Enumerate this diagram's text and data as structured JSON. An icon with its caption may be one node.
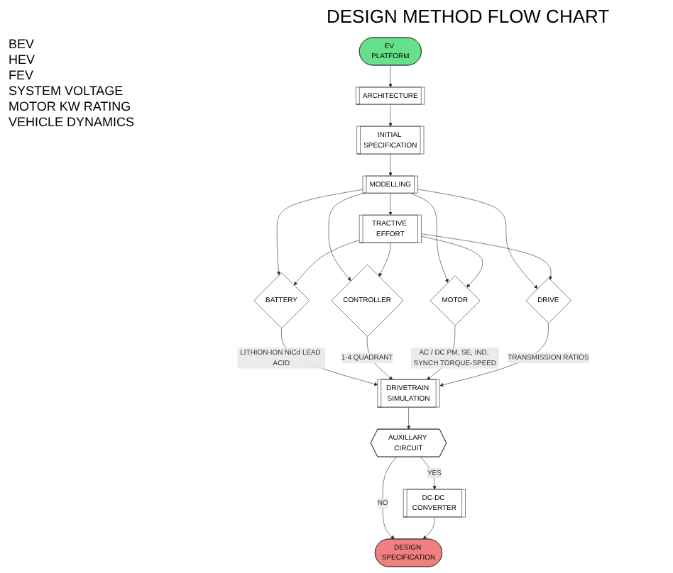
{
  "diagram": {
    "title": "DESIGN METHOD FLOW CHART",
    "nodes": [
      {
        "text": [
          "EV PLATFORM"
        ]
      },
      {
        "text": [
          "ARCHITECTURE"
        ]
      },
      {
        "text": [
          "INITIAL SPECIFICATION"
        ]
      },
      {
        "text": [
          "MODELLING"
        ]
      },
      {
        "text": [
          "TRACTIVE EFFORT"
        ]
      },
      {
        "text": [
          "BATTERY"
        ]
      },
      {
        "text": [
          "CONTROLLER"
        ]
      },
      {
        "text": [
          "MOTOR"
        ]
      },
      {
        "text": [
          "DRIVE"
        ]
      },
      {
        "text": [
          "DRIVETRAIN SIMULATION"
        ]
      },
      {
        "text": [
          "AUXILLARY CIRCUIT"
        ]
      },
      {
        "text": [
          "DC-DC CONVERTER"
        ]
      },
      {
        "text": [
          "DESIGN SPECIFICATION"
        ]
      }
    ],
    "edges": [
      {
        "from": 0,
        "to": 1,
        "arrow": "to"
      },
      {
        "from": 1,
        "to": 2,
        "arrow": "to"
      },
      {
        "from": 2,
        "to": 3,
        "arrow": "to"
      },
      {
        "from": 3,
        "to": 4,
        "arrow": "to"
      },
      {
        "from": 3,
        "to": 5,
        "arrow": "to"
      },
      {
        "from": 3,
        "to": 6,
        "arrow": "to"
      },
      {
        "from": 3,
        "to": 7,
        "arrow": "to"
      },
      {
        "from": 3,
        "to": 8,
        "arrow": "to"
      },
      {
        "from": 4,
        "to": 5,
        "arrow": "to"
      },
      {
        "from": 4,
        "to": 6,
        "arrow": "to"
      },
      {
        "from": 4,
        "to": 7,
        "arrow": "to"
      },
      {
        "from": 4,
        "to": 8,
        "arrow": "to"
      },
      {
        "from": 5,
        "to": 9,
        "arrow": "to",
        "label": "LITHION-ION NiCd LEAD ACID"
      },
      {
        "from": 6,
        "to": 9,
        "arrow": "to",
        "label": "1-4 QUADRANT"
      },
      {
        "from": 7,
        "to": 9,
        "arrow": "to",
        "label": "AC / DC PM, SE, IND, SYNCH TORQUE-SPEED"
      },
      {
        "from": 8,
        "to": 9,
        "arrow": "to",
        "label": "TRANSMISSION RATIOS"
      },
      {
        "from": 9,
        "to": 10,
        "arrow": "to"
      },
      {
        "from": 10,
        "to": 11,
        "arrow": "to",
        "label": "YES"
      },
      {
        "from": 10,
        "to": 12,
        "arrow": "to",
        "label": "NO"
      },
      {
        "from": 11,
        "to": 12,
        "arrow": "to"
      }
    ],
    "labels": [
      "BEV",
      "HEV",
      "FEV",
      "SYSTEM VOLTAGE",
      "MOTOR KW RATING",
      "VEHICLE DYNAMICS"
    ]
  }
}
